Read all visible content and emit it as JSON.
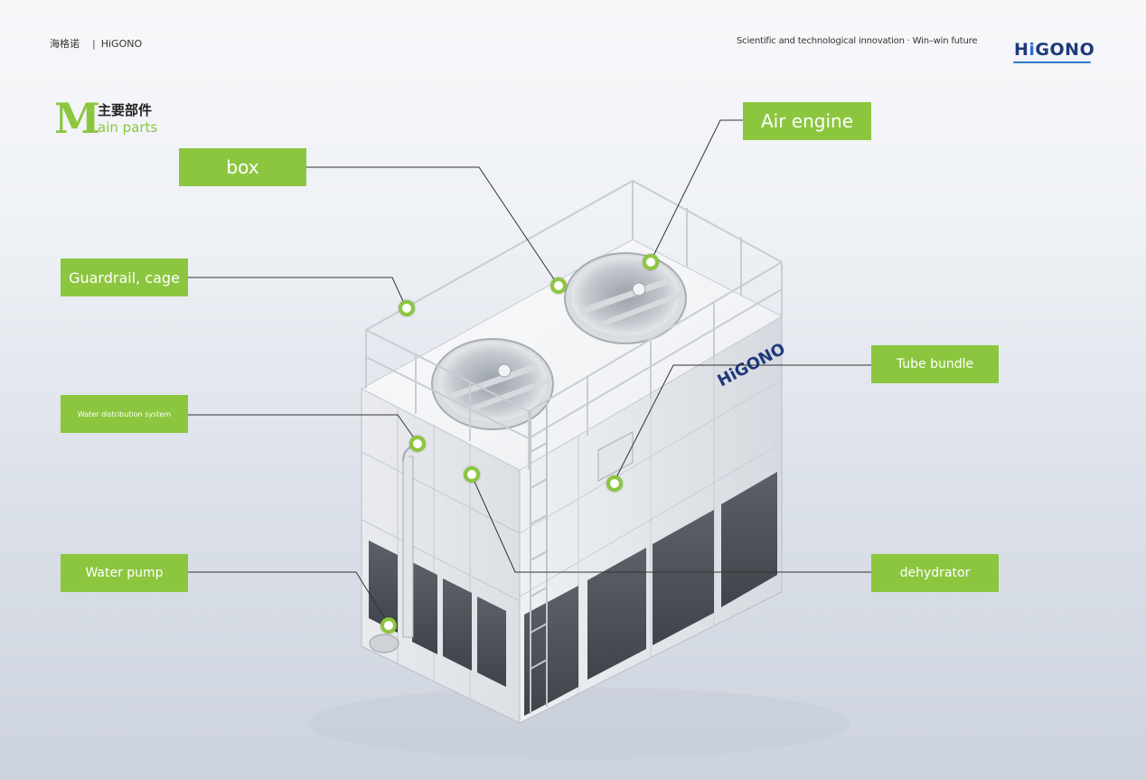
{
  "header": {
    "company_cn": "海格诺",
    "separator": "|",
    "company_en": "HiGONO",
    "slogan": "Scientific and technological innovation · Win–win future",
    "logo_text_a": "H",
    "logo_text_b": "i",
    "logo_text_c": "GONO"
  },
  "section": {
    "initial": "M",
    "title_cn": "主要部件",
    "title_en": "ain parts"
  },
  "machine": {
    "brand_plate": "HiGONO"
  },
  "labels": {
    "box": "box",
    "air_engine": "Air engine",
    "guardrail": "Guardrail, cage",
    "tube_bundle": "Tube bundle",
    "water_distribution": "Water distribution system",
    "water_pump": "Water pump",
    "dehydrator": "dehydrator"
  },
  "colors": {
    "accent": "#8cc63f",
    "logo": "#1d3a7a"
  }
}
